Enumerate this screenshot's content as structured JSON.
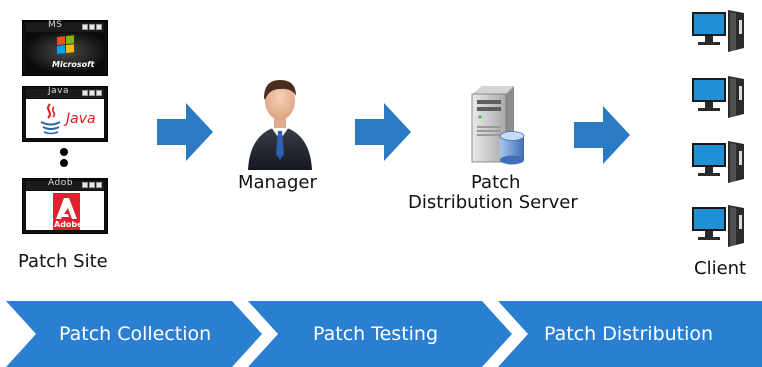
{
  "nodes": {
    "patch_site": "Patch Site",
    "manager": "Manager",
    "server_line1": "Patch",
    "server_line2": "Distribution Server",
    "client": "Client"
  },
  "vendor_windows": [
    {
      "title": "MS",
      "logo_text": "Microsoft"
    },
    {
      "title": "Java",
      "logo_text": "Java"
    },
    {
      "title": "Adob",
      "logo_text": "Adobe"
    }
  ],
  "stages": [
    "Patch Collection",
    "Patch Testing",
    "Patch Distribution"
  ],
  "colors": {
    "arrow_blue": "#2a7bc4",
    "chevron_blue": "#2b7fd0",
    "window_dark": "#0e0e0e"
  }
}
